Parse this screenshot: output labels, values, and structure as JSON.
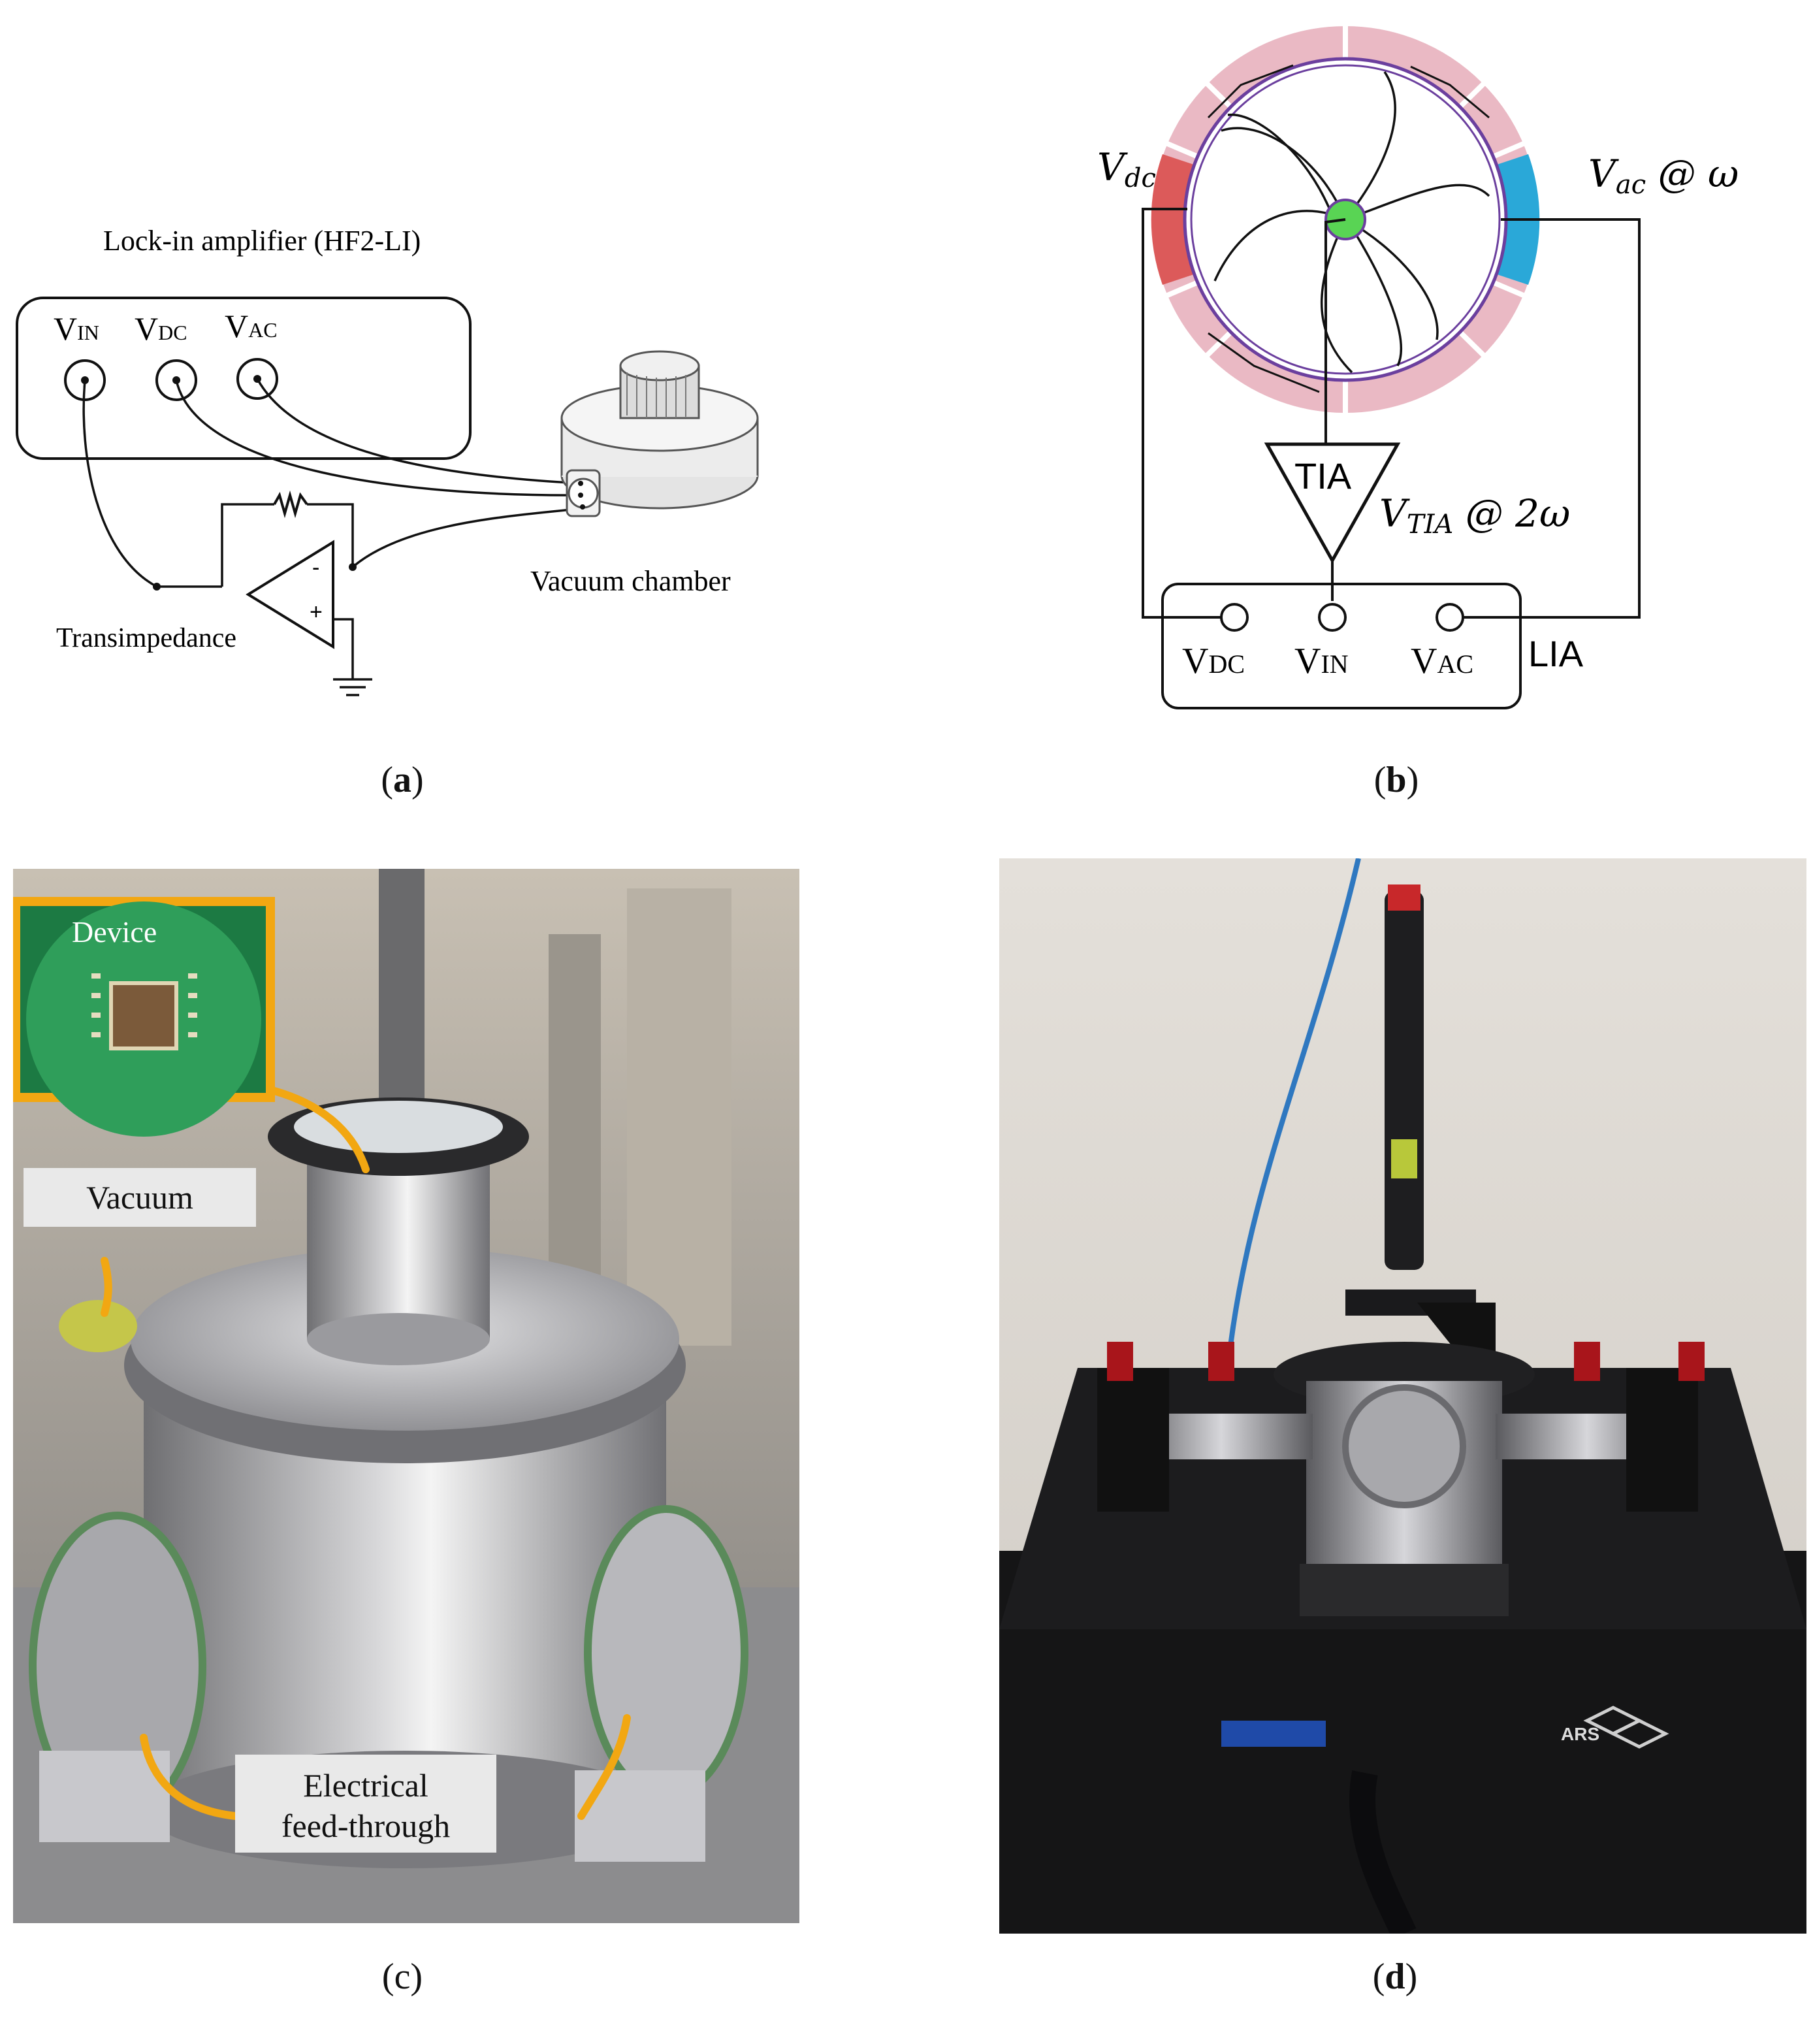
{
  "panel_a": {
    "title": "Lock-in amplifier (HF2-LI)",
    "ports": [
      "V",
      "V",
      "V"
    ],
    "port_subs": [
      "IN",
      "DC",
      "AC"
    ],
    "transimpedance_label": "Transimpedance",
    "chamber_label": "Vacuum chamber",
    "caption": "a"
  },
  "panel_b": {
    "vdc_label": "V",
    "vdc_sub": "dc",
    "vac_label": "V",
    "vac_sub": "ac",
    "vac_suffix": " @ ω",
    "tia_label": "TIA",
    "vtia_label": "V",
    "vtia_sub": "TIA",
    "vtia_suffix": " @ 2ω",
    "lia_ports": [
      "V",
      "V",
      "V"
    ],
    "lia_port_subs": [
      "DC",
      "IN",
      "AC"
    ],
    "lia_label": "LIA",
    "caption": "b"
  },
  "panel_c": {
    "device_label": "Device",
    "vacuum_label": "Vacuum",
    "feedthrough_line1": "Electrical",
    "feedthrough_line2": "feed-through",
    "caption": "c"
  },
  "panel_d": {
    "brand_text": "ARS",
    "caption": "d"
  },
  "colors": {
    "ring_pink": "#eab9c4",
    "electrode_red": "#dc5a5a",
    "electrode_blue": "#2aa8d8",
    "center_green": "#59d454",
    "ring_purple": "#6b3f9e",
    "highlight_orange": "#f2a712"
  }
}
